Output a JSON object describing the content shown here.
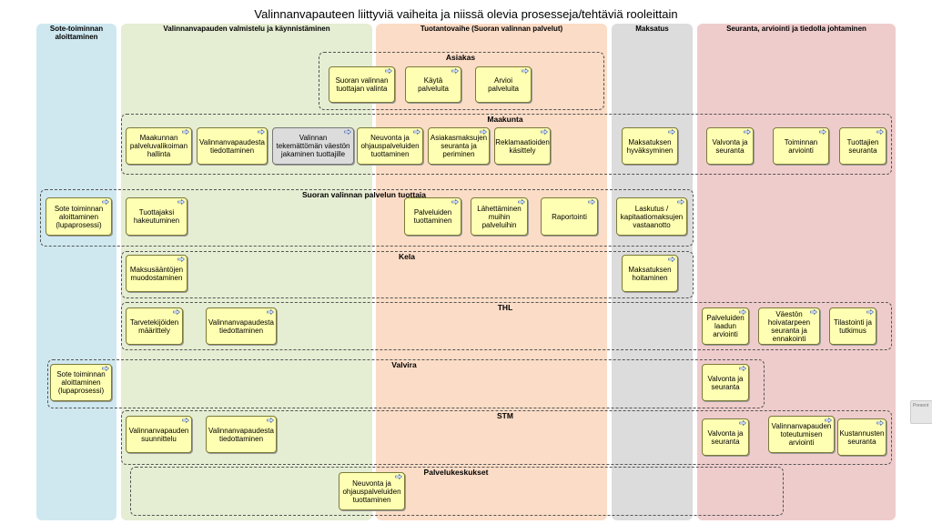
{
  "title": "Valinnanvapauteen liittyviä vaiheita ja niissä olevia prosesseja/tehtäviä rooleittain",
  "columns": [
    {
      "label": "Sote-toiminnan aloittaminen",
      "color": "#cfe8f0"
    },
    {
      "label": "Valinnanvapauden valmistelu ja käynnistäminen",
      "color": "#e5edd3"
    },
    {
      "label": "Tuotantovaihe (Suoran valinnan palvelut)",
      "color": "#fbdcc6"
    },
    {
      "label": "Maksatus",
      "color": "#dcdcdc"
    },
    {
      "label": "Seuranta, arviointi ja tiedolla johtaminen",
      "color": "#efcccc"
    }
  ],
  "groups": {
    "asiakas": "Asiakas",
    "maakunta": "Maakunta",
    "tuottaja": "Suoran valinnan palvelun tuottaja",
    "kela": "Kela",
    "thl": "THL",
    "valvira": "Valvira",
    "stm": "STM",
    "palvelukeskukset": "Palvelukeskukset"
  },
  "boxes": {
    "asiakas_1": "Suoran valinnan tuottajan valinta",
    "asiakas_2": "Käytä palveluita",
    "asiakas_3": "Arvioi palveluita",
    "maakunta_1": "Maakunnan palveluvalikoiman hallinta",
    "maakunta_2": "Valinnanvapaudesta tiedottaminen",
    "maakunta_3": "Valinnan tekemättömän väestön jakaminen tuottajille",
    "maakunta_4": "Neuvonta ja ohjauspalveluiden tuottaminen",
    "maakunta_5": "Asiakasmaksujen seuranta ja periminen",
    "maakunta_6": "Reklamaatioiden käsittely",
    "maakunta_7": "Maksatuksen hyväksyminen",
    "maakunta_8": "Valvonta ja seuranta",
    "maakunta_9": "Toiminnan arviointi",
    "maakunta_10": "Tuottajien seuranta",
    "tuottaja_1": "Sote toiminnan aloittaminen (lupaprosessi)",
    "tuottaja_2": "Tuottajaksi hakeutuminen",
    "tuottaja_3": "Palveluiden tuottaminen",
    "tuottaja_4": "Lähettäminen muihin palveluihin",
    "tuottaja_5": "Raportointi",
    "tuottaja_6": "Laskutus / kapitaatiomaksujen vastaanotto",
    "kela_1": "Maksusääntöjen muodostaminen",
    "kela_2": "Maksatuksen hoitaminen",
    "thl_1": "Tarvetekijöiden määrittely",
    "thl_2": "Valinnanvapaudesta tiedottaminen",
    "thl_3": "Palveluiden laadun arviointi",
    "thl_4": "Väestön hoivatarpeen seuranta ja ennakointi",
    "thl_5": "Tilastointi ja tutkimus",
    "valvira_1": "Sote toiminnan aloittaminen (lupaprosessi)",
    "valvira_2": "Valvonta ja seuranta",
    "stm_1": "Valinnanvapauden suunnittelu",
    "stm_2": "Valinnanvapaudesta tiedottaminen",
    "stm_3": "Valvonta ja seuranta",
    "stm_4": "Valinnanvapauden toteutumisen arviointi",
    "stm_5": "Kustannusten seuranta",
    "pk_1": "Neuvonta ja ohjauspalveluiden tuottaminen"
  },
  "icons": {
    "box_marker": "process-arrow-icon"
  }
}
